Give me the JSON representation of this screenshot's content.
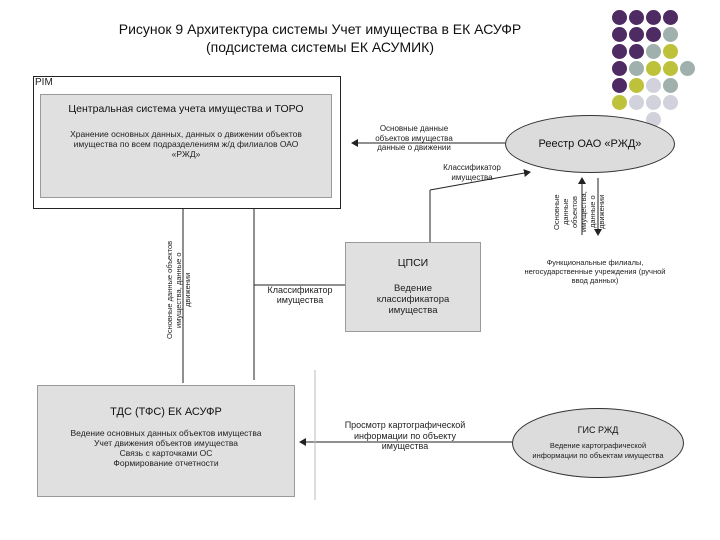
{
  "title": {
    "line1": "Рисунок 9 Архитектура системы Учет имущества в ЕК АСУФР",
    "line2": "(подсистема системы ЕК АСУМИК)"
  },
  "decor": {
    "dot_colors": [
      "#4e2b62",
      "#9fb0ad",
      "#bec23a",
      "#d2d2dc"
    ]
  },
  "pim": {
    "label": "PIM",
    "central": {
      "title": "Центральная система учета имущества и ТОРО",
      "text": "Хранение основных данных, данных о движении объектов имущества по всем подразделениям ж/д филиалов ОАО «РЖД»"
    }
  },
  "rzd": {
    "title": "Реестр ОАО «РЖД»"
  },
  "cpsi": {
    "title": "ЦПСИ",
    "text": "Ведение классификатора имущества"
  },
  "tds": {
    "title": "ТДС (ТФС) ЕК АСУФР",
    "lines": [
      "Ведение основных данных объектов имущества",
      "Учет движения объектов имущества",
      "Связь с карточками ОС",
      "Формирование отчетности"
    ]
  },
  "gis": {
    "title": "ГИС РЖД",
    "text": "Ведение картографической информации по объектам имущества"
  },
  "labels": {
    "basic_data_rzd": "Основные данные объектов имущества данные о движении",
    "classifier_small": "Классификатор имущества",
    "classifier_cpsi": "Классификатор имущества",
    "functional": "Функциональные филиалы, негосударственные учреждения (ручной ввод данных)",
    "view_map": "Просмотр картографической информации по объекту имущества",
    "vertical_left": "Основные данные объектов имущества, данные о движении",
    "vertical_right": "Основные данные объектов имущества, данные о движении"
  }
}
